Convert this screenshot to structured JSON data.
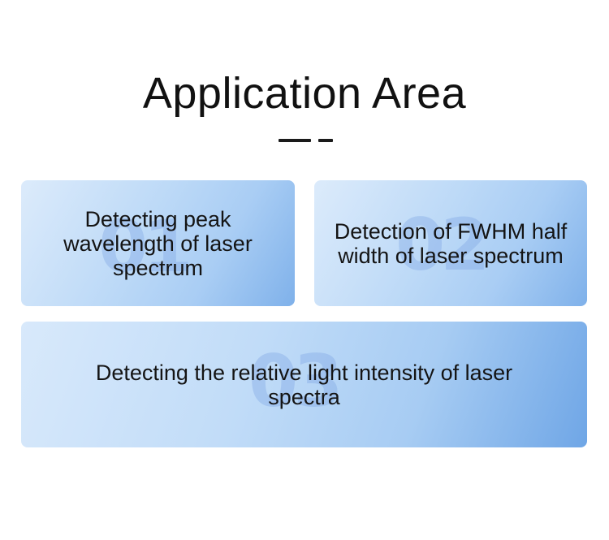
{
  "title": "Application Area",
  "cards": [
    {
      "number": "01",
      "text": "Detecting peak wavelength of laser spectrum"
    },
    {
      "number": "02",
      "text": "Detection of FWHM half width of laser spectrum"
    },
    {
      "number": "03",
      "text": "Detecting the relative light intensity of laser spectra"
    }
  ],
  "colors": {
    "card_light": "#dcebfb",
    "card_dark": "#7fb1ea",
    "number_watermark": "#78a0e1",
    "text": "#141414"
  }
}
